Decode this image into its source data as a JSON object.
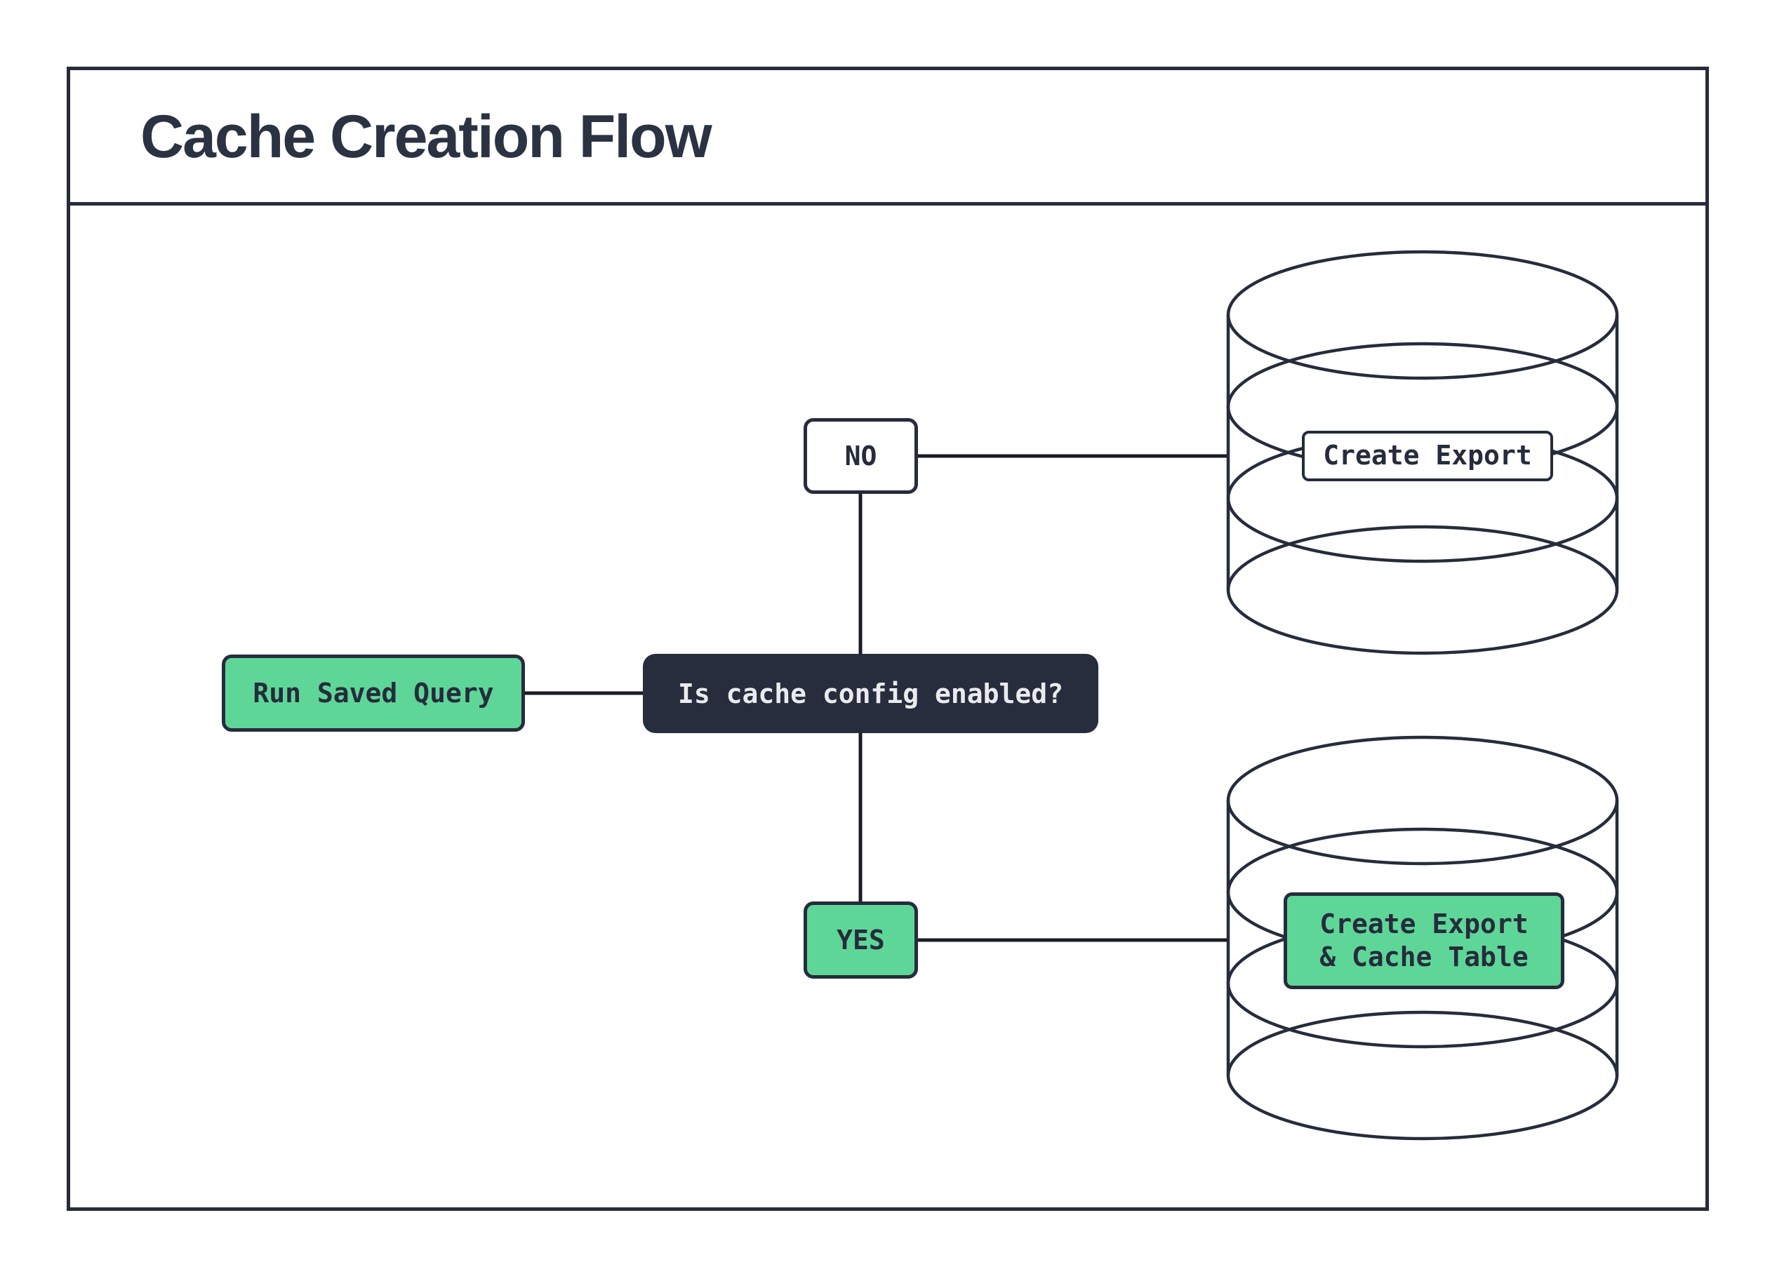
{
  "title": "Cache Creation Flow",
  "colors": {
    "accent_green": "#5ed698",
    "dark_navy": "#272d3c",
    "stroke_dark": "#262c3c",
    "connector_black": "#181c26",
    "text_light": "#e9ebee",
    "background": "#ffffff"
  },
  "flow": {
    "start": {
      "label": "Run Saved Query"
    },
    "decision": {
      "label": "Is cache config enabled?"
    },
    "branch_no": {
      "label": "NO"
    },
    "branch_yes": {
      "label": "YES"
    },
    "db_no": {
      "label": "Create Export"
    },
    "db_yes": {
      "line1": "Create Export",
      "line2": "& Cache Table"
    }
  }
}
